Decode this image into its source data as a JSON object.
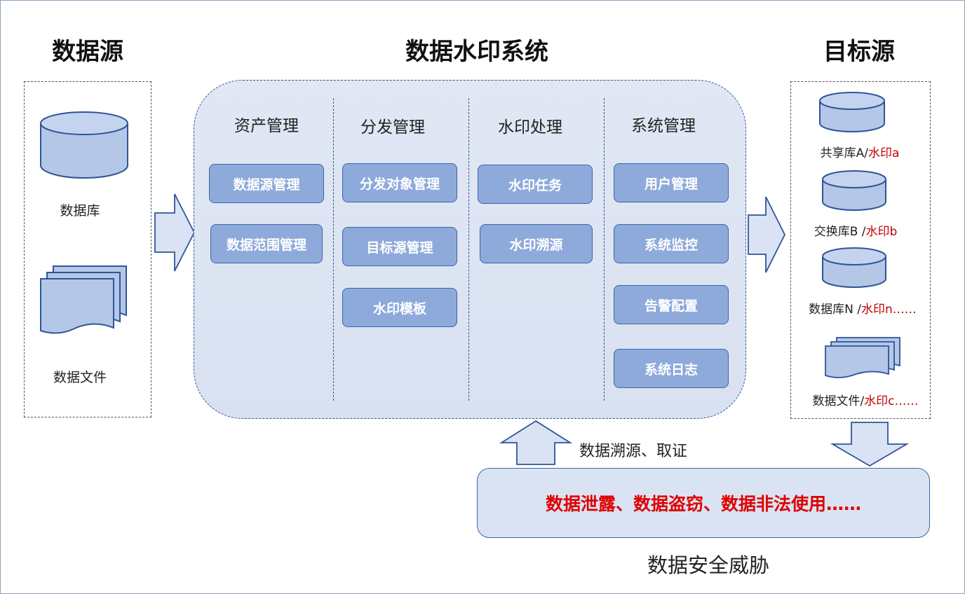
{
  "headings": {
    "source": "数据源",
    "system": "数据水印系统",
    "target": "目标源"
  },
  "source": {
    "database_label": "数据库",
    "file_label": "数据文件"
  },
  "system": {
    "columns": [
      {
        "title": "资产管理",
        "items": [
          "数据源管理",
          "数据范围管理"
        ]
      },
      {
        "title": "分发管理",
        "items": [
          "分发对象管理",
          "目标源管理",
          "水印模板"
        ]
      },
      {
        "title": "水印处理",
        "items": [
          "水印任务",
          "水印溯源"
        ]
      },
      {
        "title": "系统管理",
        "items": [
          "用户管理",
          "系统监控",
          "告警配置",
          "系统日志"
        ]
      }
    ]
  },
  "targets": [
    {
      "name": "共享库A/",
      "watermark": "水印a"
    },
    {
      "name": "交换库B /",
      "watermark": "水印b"
    },
    {
      "name": "数据库N /",
      "watermark": "水印n……"
    },
    {
      "name": "数据文件/",
      "watermark": "水印c……"
    }
  ],
  "trace_label": "数据溯源、取证",
  "threat": {
    "text": "数据泄露、数据盗窃、数据非法使用……",
    "caption": "数据安全威胁"
  },
  "colors": {
    "module_fill": "#8eaadb",
    "module_border": "#3c65a5",
    "system_fill": "#dae3f3",
    "watermark_text": "#c00000",
    "threat_text": "#e00000"
  }
}
